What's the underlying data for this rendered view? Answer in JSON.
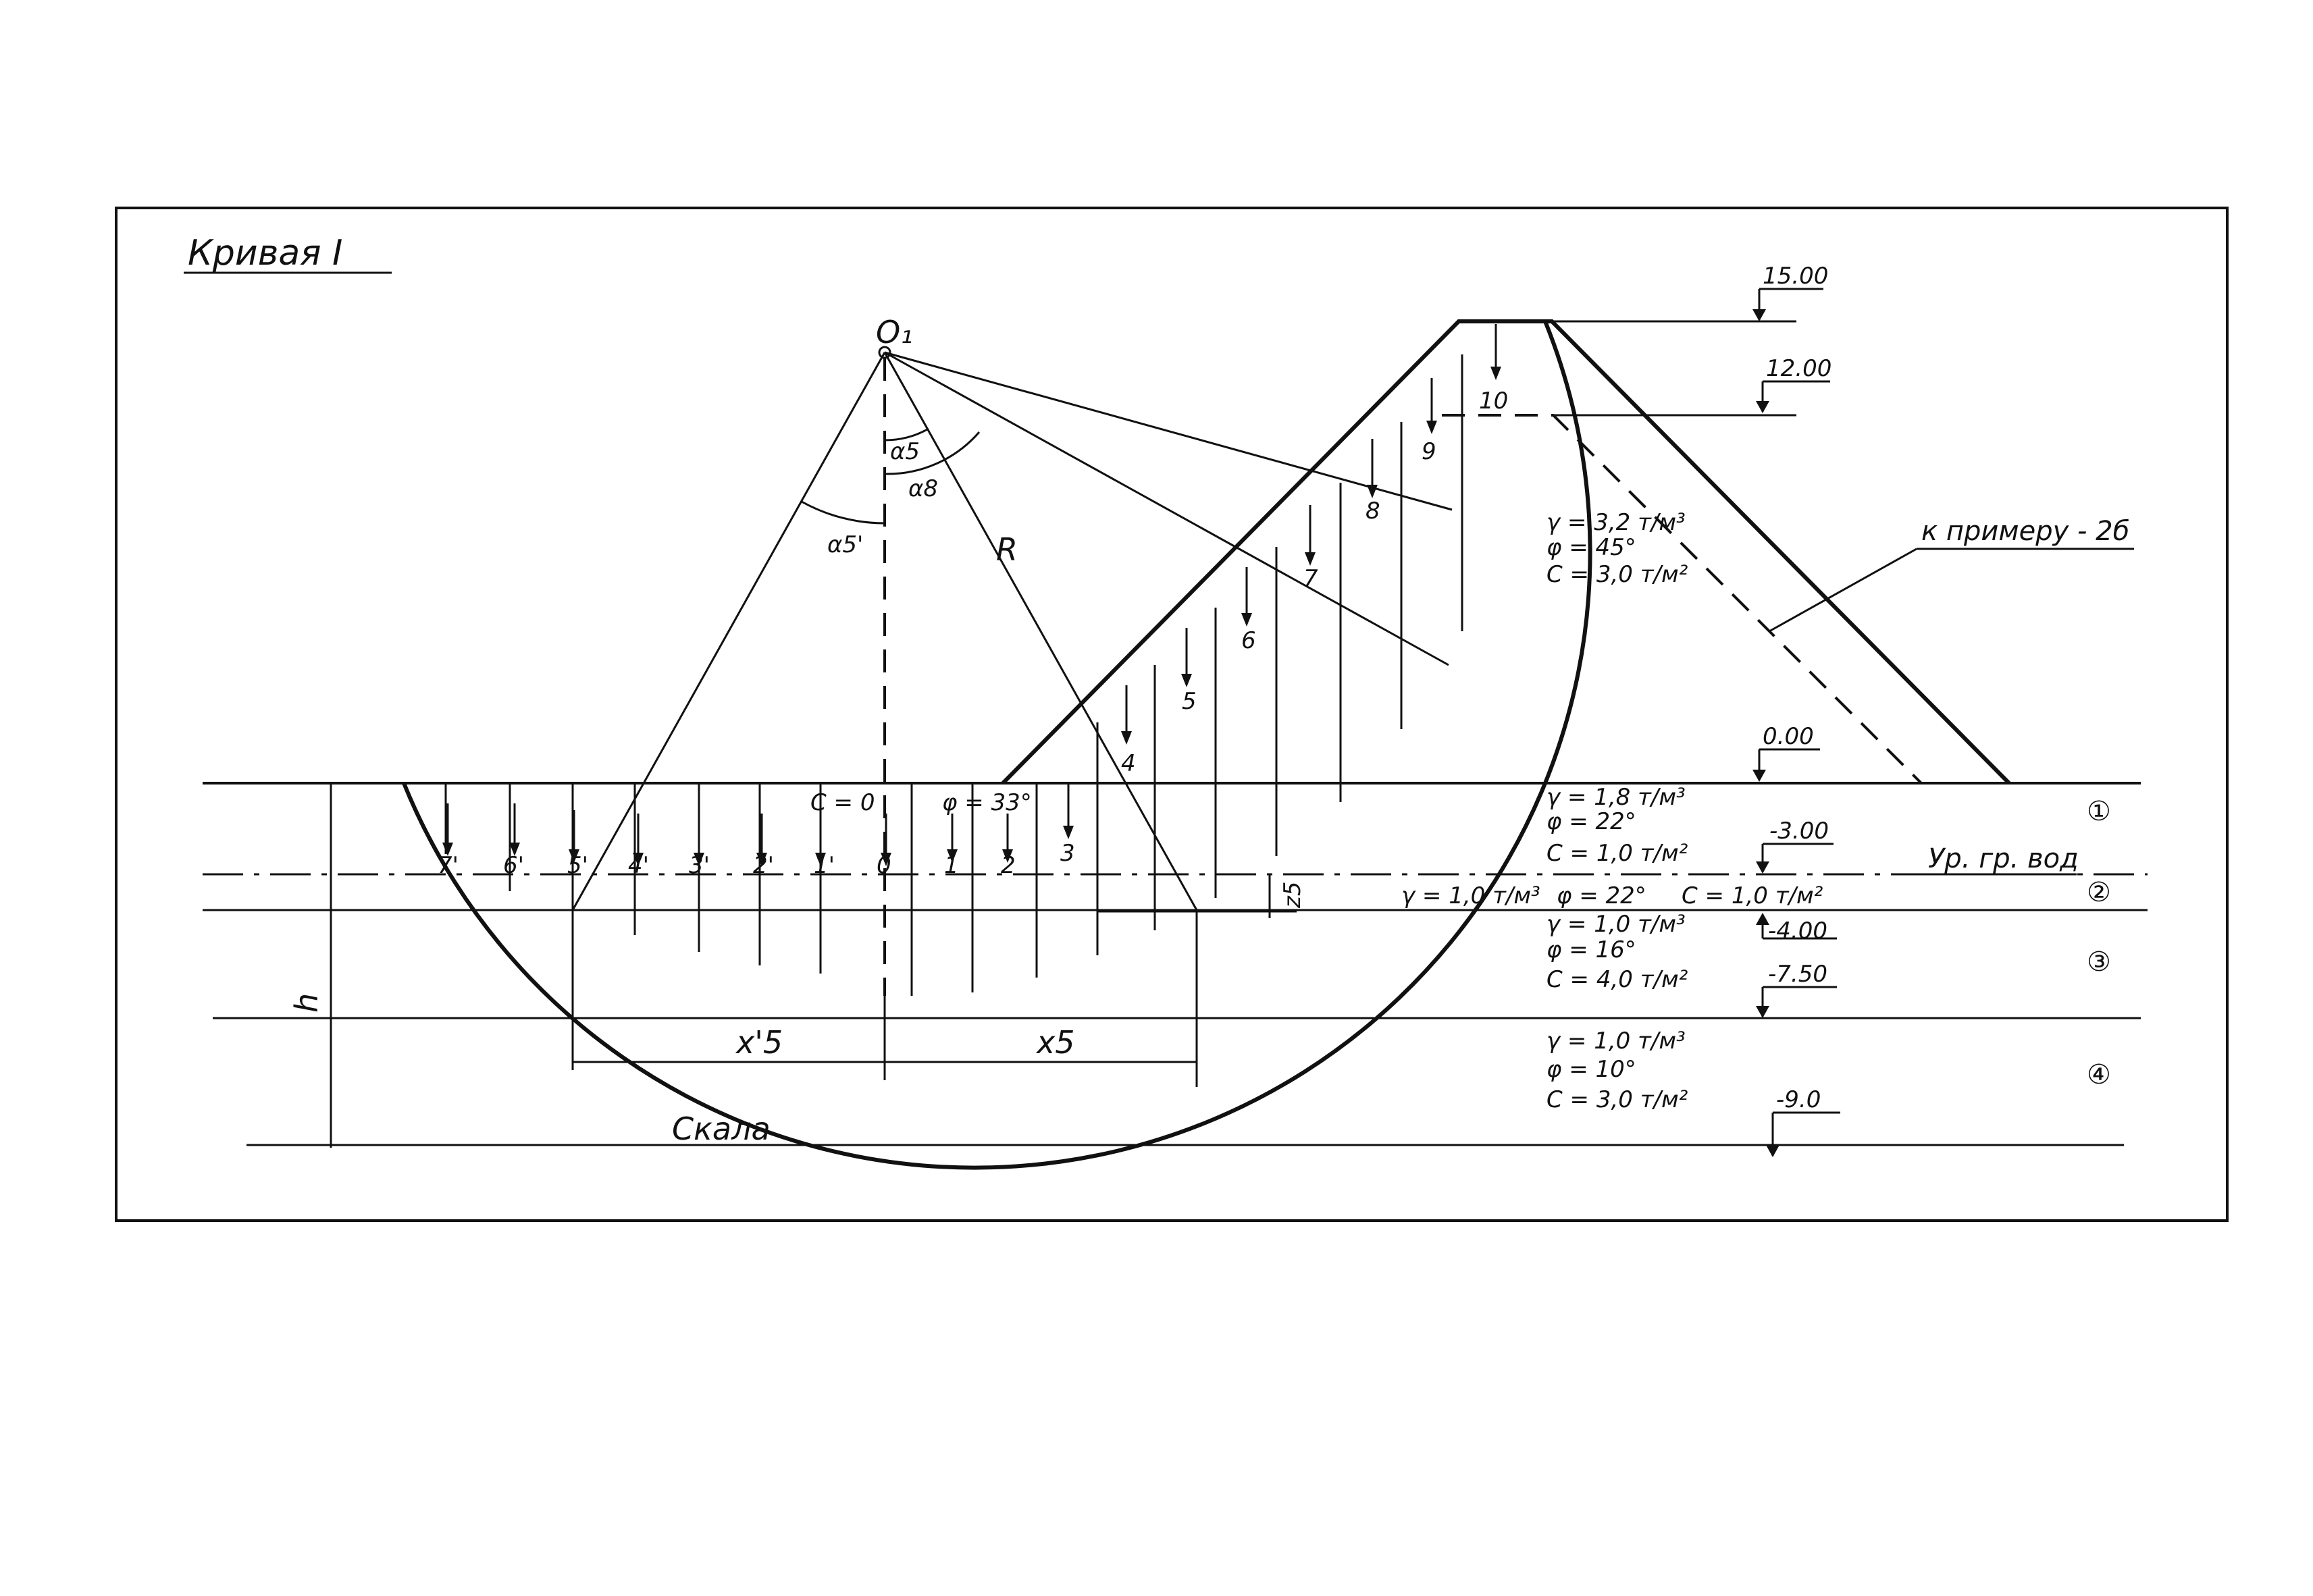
{
  "title": "Кривая I",
  "center_label": "O₁",
  "angles": {
    "alpha5": "α5",
    "alpha8": "α8",
    "alpha5p": "α5'",
    "radius": "R"
  },
  "elevations": {
    "e15": "15.00",
    "e12": "12.00",
    "e0": "0.00",
    "em3": "-3.00",
    "em4": "-4.00",
    "em75": "-7.50",
    "em9": "-9.0"
  },
  "slices_right": [
    "1",
    "2",
    "3",
    "4",
    "5",
    "6",
    "7",
    "8",
    "9",
    "10"
  ],
  "slices_left": [
    "0",
    "1'",
    "2'",
    "3'",
    "4'",
    "5'",
    "6'",
    "7'"
  ],
  "inline_labels": {
    "c0": "C = 0",
    "phi33": "φ = 33°",
    "z5": "z5",
    "h": "h",
    "x5": "x5",
    "x5p": "x'5"
  },
  "water_level": "Ур. гр. вод",
  "rock": "Скала",
  "reference_note": "к примеру - 2б",
  "layers": {
    "embankment": {
      "g": "γ = 3,2 т/м³",
      "p": "φ = 45°",
      "c": "C = 3,0 т/м²"
    },
    "l1": {
      "num": "①",
      "g": "γ = 1,8 т/м³",
      "p": "φ = 22°",
      "c": "C = 1,0 т/м²"
    },
    "l2": {
      "num": "②",
      "g": "γ = 1,0 т/м³",
      "p": "φ = 22°",
      "c": "C = 1,0 т/м²"
    },
    "l3": {
      "num": "③",
      "g": "γ = 1,0 т/м³",
      "p": "φ = 16°",
      "c": "C = 4,0 т/м²"
    },
    "l4": {
      "num": "④",
      "g": "γ = 1,0 т/м³",
      "p": "φ = 10°",
      "c": "C = 3,0 т/м²"
    }
  }
}
